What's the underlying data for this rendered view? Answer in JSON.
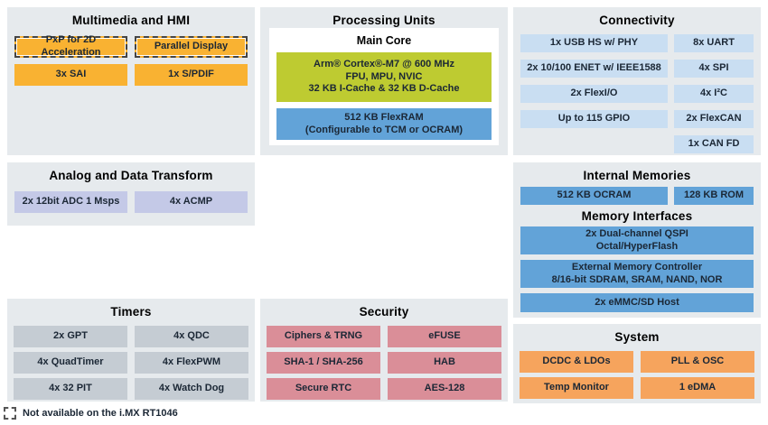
{
  "colors": {
    "panel_bg": "#E6EAED",
    "amber": "#F9B232",
    "green": "#BECB31",
    "blue": "#62A3D8",
    "light_blue": "#C9DEF2",
    "lavender": "#C4C9E7",
    "gray": "#C5CCD3",
    "pink": "#DA8E98",
    "orange": "#F6A45D",
    "block_text": "#1B2735",
    "dashed_border": "#454545"
  },
  "sections": {
    "multimedia": {
      "title": "Multimedia and HMI",
      "items": [
        {
          "label": "PxP for 2D Acceleration",
          "dashed": true
        },
        {
          "label": "Parallel Display",
          "dashed": true
        },
        {
          "label": "3x SAI",
          "dashed": false
        },
        {
          "label": "1x S/PDIF",
          "dashed": false
        }
      ]
    },
    "processing": {
      "title": "Processing Units",
      "subtitle": "Main Core",
      "core_lines": [
        "Arm® Cortex®-M7 @ 600 MHz",
        "FPU, MPU, NVIC",
        "32 KB I-Cache & 32 KB D-Cache"
      ],
      "flexram_lines": [
        "512 KB FlexRAM",
        "(Configurable to TCM or OCRAM)"
      ]
    },
    "connectivity": {
      "title": "Connectivity",
      "left_items": [
        "1x USB HS w/ PHY",
        "2x 10/100 ENET w/ IEEE1588",
        "2x FlexI/O",
        "Up to 115 GPIO"
      ],
      "right_items": [
        "8x UART",
        "4x SPI",
        "4x I²C",
        "2x FlexCAN",
        "1x CAN FD"
      ]
    },
    "analog": {
      "title": "Analog and Data Transform",
      "items": [
        "2x 12bit ADC 1 Msps",
        "4x ACMP"
      ]
    },
    "memories": {
      "title": "Internal Memories",
      "items": [
        "512 KB OCRAM",
        "128 KB ROM"
      ],
      "subtitle": "Memory Interfaces",
      "qspi_lines": [
        "2x Dual-channel QSPI",
        "Octal/HyperFlash"
      ],
      "emc_lines": [
        "External Memory Controller",
        "8/16-bit SDRAM, SRAM, NAND, NOR"
      ],
      "emmc": "2x eMMC/SD Host"
    },
    "timers": {
      "title": "Timers",
      "items": [
        "2x GPT",
        "4x QDC",
        "4x QuadTimer",
        "4x FlexPWM",
        "4x 32 PIT",
        "4x Watch Dog"
      ]
    },
    "security": {
      "title": "Security",
      "items": [
        "Ciphers & TRNG",
        "eFUSE",
        "SHA-1 / SHA-256",
        "HAB",
        "Secure RTC",
        "AES-128"
      ]
    },
    "system": {
      "title": "System",
      "items": [
        "DCDC & LDOs",
        "PLL & OSC",
        "Temp Monitor",
        "1 eDMA"
      ]
    }
  },
  "legend": {
    "text": "Not available on the i.MX RT1046",
    "not_available_on_rt1046": [
      "PxP for 2D Acceleration",
      "Parallel Display"
    ]
  }
}
